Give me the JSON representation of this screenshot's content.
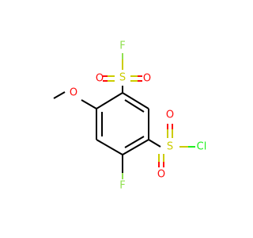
{
  "molecule": {
    "atoms": {
      "f_top": {
        "symbol": "F",
        "color": "#90e050"
      },
      "s_top": {
        "symbol": "S",
        "color": "#cccc00"
      },
      "o_top_left": {
        "symbol": "O",
        "color": "#ff0d0d"
      },
      "o_top_right": {
        "symbol": "O",
        "color": "#ff0d0d"
      },
      "o_methoxy": {
        "symbol": "O",
        "color": "#ff0d0d"
      },
      "s_right": {
        "symbol": "S",
        "color": "#cccc00"
      },
      "o_right_top": {
        "symbol": "O",
        "color": "#ff0d0d"
      },
      "o_right_bottom": {
        "symbol": "O",
        "color": "#ff0d0d"
      },
      "cl_right": {
        "symbol": "Cl",
        "color": "#1ff01f"
      },
      "f_bottom": {
        "symbol": "F",
        "color": "#90e050"
      }
    },
    "bond_color": "#000000"
  }
}
